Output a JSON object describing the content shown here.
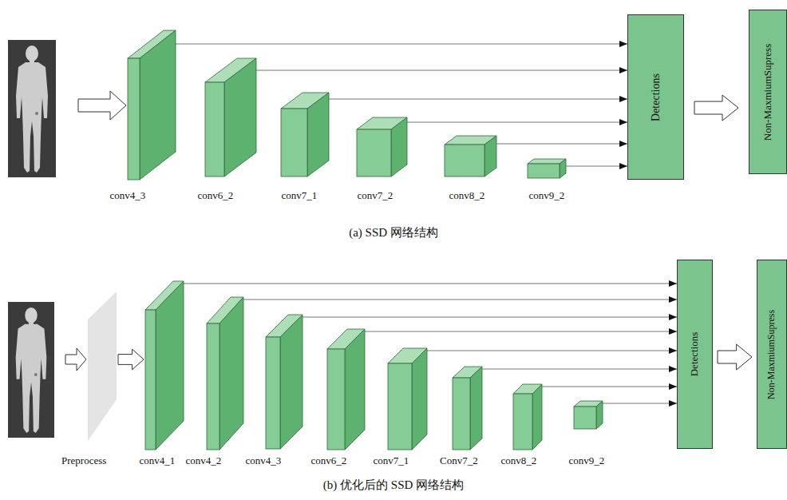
{
  "diagram": {
    "nodes": [
      {
        "text": [
          "conv4_3"
        ]
      },
      {
        "text": [
          "conv6_2"
        ]
      },
      {
        "text": [
          "conv7_1"
        ]
      },
      {
        "text": [
          "conv7_2"
        ]
      },
      {
        "text": [
          "conv8_2"
        ]
      },
      {
        "text": [
          "conv9_2"
        ]
      },
      {
        "text": [
          "Detections"
        ]
      },
      {
        "text": [
          "Non-MaxmiumSupress"
        ]
      },
      {
        "text": [
          "Preprocess"
        ]
      },
      {
        "text": [
          "conv4_1"
        ]
      },
      {
        "text": [
          "conv4_2"
        ]
      },
      {
        "text": [
          "conv4_3"
        ]
      },
      {
        "text": [
          "conv6_2"
        ]
      },
      {
        "text": [
          "conv7_1"
        ]
      },
      {
        "text": [
          "Conv7_2"
        ]
      },
      {
        "text": [
          "conv8_2"
        ]
      },
      {
        "text": [
          "conv9_2"
        ]
      },
      {
        "text": [
          "Detections"
        ]
      },
      {
        "text": [
          "Non-MaxmiumSupress"
        ]
      }
    ],
    "edges": [
      {
        "from": 0,
        "to": 6,
        "arrow": "to"
      },
      {
        "from": 1,
        "to": 6,
        "arrow": "to"
      },
      {
        "from": 2,
        "to": 6,
        "arrow": "to"
      },
      {
        "from": 3,
        "to": 6,
        "arrow": "to"
      },
      {
        "from": 4,
        "to": 6,
        "arrow": "to"
      },
      {
        "from": 5,
        "to": 6,
        "arrow": "to"
      },
      {
        "from": 6,
        "to": 7,
        "arrow": "to"
      },
      {
        "from": 8,
        "to": 9,
        "arrow": "to"
      },
      {
        "from": 9,
        "to": 17,
        "arrow": "to"
      },
      {
        "from": 10,
        "to": 17,
        "arrow": "to"
      },
      {
        "from": 11,
        "to": 17,
        "arrow": "to"
      },
      {
        "from": 12,
        "to": 17,
        "arrow": "to"
      },
      {
        "from": 13,
        "to": 17,
        "arrow": "to"
      },
      {
        "from": 14,
        "to": 17,
        "arrow": "to"
      },
      {
        "from": 15,
        "to": 17,
        "arrow": "to"
      },
      {
        "from": 16,
        "to": 17,
        "arrow": "to"
      },
      {
        "from": 17,
        "to": 18,
        "arrow": "to"
      }
    ],
    "labels": [
      "(a) SSD 网络结构",
      "(b) 优化后的 SSD 网络结构"
    ]
  }
}
